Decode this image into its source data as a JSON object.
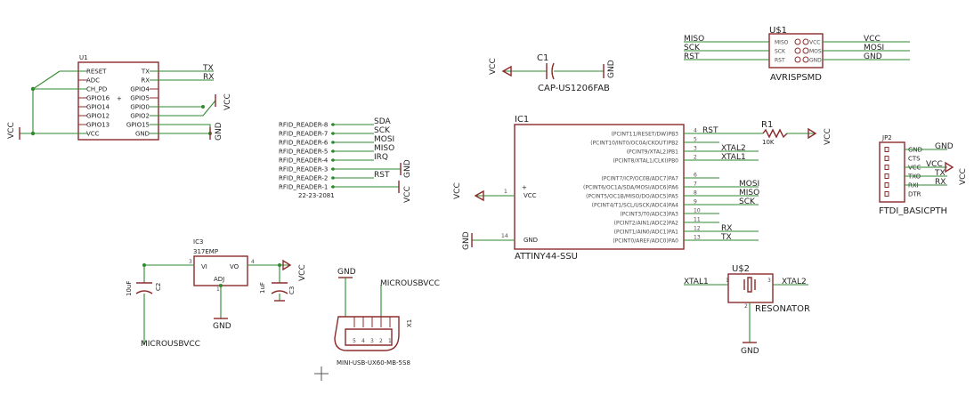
{
  "u1": {
    "name": "U1",
    "left_pins": [
      "RESET",
      "ADC",
      "CH_PD",
      "GPIO16",
      "GPIO14",
      "GPIO12",
      "GPIO13",
      "VCC"
    ],
    "right_pins": [
      "TX",
      "RX",
      "GPIO4",
      "GPIO5",
      "GPIO0",
      "GPIO2",
      "GPIO15",
      "GND"
    ],
    "nets": {
      "tx": "TX",
      "rx": "RX",
      "vcc_right": "VCC",
      "vcc_left": "VCC",
      "gnd": "GND"
    }
  },
  "rfid": {
    "pins": [
      "RFID_READER-8",
      "RFID_READER-7",
      "RFID_READER-6",
      "RFID_READER-5",
      "RFID_READER-4",
      "RFID_READER-3",
      "RFID_READER-2",
      "RFID_READER-1"
    ],
    "nets": [
      "SDA",
      "SCK",
      "MOSI",
      "MISO",
      "IRQ",
      "",
      "RST",
      ""
    ],
    "value": "22-23-2081",
    "gnd": "GND",
    "vcc": "VCC"
  },
  "c1": {
    "name": "C1",
    "value": "CAP-US1206FAB",
    "vcc": "VCC",
    "gnd": "GND"
  },
  "u41": {
    "name": "U$1",
    "left_pins": [
      "MISO",
      "SCK",
      "RST"
    ],
    "right_pins": [
      "VCC",
      "MOSI",
      "GND"
    ],
    "left_nets": [
      "MISO",
      "SCK",
      "RST"
    ],
    "right_nets": [
      "VCC",
      "MOSI",
      "GND"
    ],
    "value": "AVRISPSMD"
  },
  "ic1": {
    "name": "IC1",
    "value": "ATTINY44-SSU",
    "vcc_pin": "VCC",
    "gnd_pin": "GND",
    "vcc_pin_num": "1",
    "gnd_pin_num": "14",
    "plus": "+",
    "right_pins": [
      "(PCINT11/RESET/DW)PB3",
      "(PCINT10/INT0/OC0A/CKOUT)PB2",
      "(PCINT9/XTAL2)PB1",
      "(PCINT8/XTAL1/CLKI)PB0",
      "(PCINT7/ICP/OC0B/ADC7)PA7",
      "(PCINT6/OC1A/SDA/MOSI/ADC6)PA6",
      "(PCINT5/OC1B/MISO/DO/ADC5)PA5",
      "(PCINT4/T1/SCL/USCK/ADC4)PA4",
      "(PCINT3/T0/ADC3)PA3",
      "(PCINT2/AIN1/ADC2)PA2",
      "(PCINT1/AIN0/ADC1)PA1",
      "(PCINT0/AREF/ADC0)PA0"
    ],
    "right_pin_nums": [
      "4",
      "5",
      "3",
      "2",
      "6",
      "7",
      "8",
      "9",
      "10",
      "11",
      "12",
      "13"
    ],
    "right_nets": [
      "RST",
      "",
      "XTAL2",
      "XTAL1",
      "",
      "MOSI",
      "MISO",
      "SCK",
      "",
      "",
      "RX",
      "TX"
    ],
    "vcc_net": "VCC",
    "gnd_net": "GND"
  },
  "r1": {
    "name": "R1",
    "value": "10K",
    "vcc": "VCC"
  },
  "jp2": {
    "name": "JP2",
    "value": "FTDI_BASICPTH",
    "pins": [
      "GND",
      "CTS",
      "VCC",
      "TXO",
      "RXI",
      "DTR"
    ],
    "nets": [
      "GND",
      "",
      "VCC",
      "TX",
      "RX",
      ""
    ],
    "vcc": "VCC"
  },
  "ic3": {
    "name": "IC3",
    "value": "317EMP",
    "pins": {
      "vi": "VI",
      "vo": "VO",
      "adj": "ADJ"
    },
    "pin_nums": {
      "vi": "3",
      "vo": "4",
      "adj": "1"
    },
    "vcc": "VCC",
    "gnd": "GND",
    "net_in": "MICROUSBVCC"
  },
  "c2": {
    "name": "C2",
    "value": "10uF"
  },
  "c3": {
    "name": "C3",
    "value": "1uF"
  },
  "x1": {
    "name": "X1",
    "value": "MINI-USB-UX60-MB-5S8",
    "pins": [
      "5",
      "4",
      "3",
      "2",
      "1"
    ],
    "gnd": "GND",
    "vcc_net": "MICROUSBVCC"
  },
  "u42": {
    "name": "U$2",
    "value": "RESONATOR",
    "pin_nums": [
      "1",
      "3",
      "2"
    ],
    "nets": {
      "left": "XTAL1",
      "right": "XTAL2",
      "gnd": "GND"
    }
  }
}
